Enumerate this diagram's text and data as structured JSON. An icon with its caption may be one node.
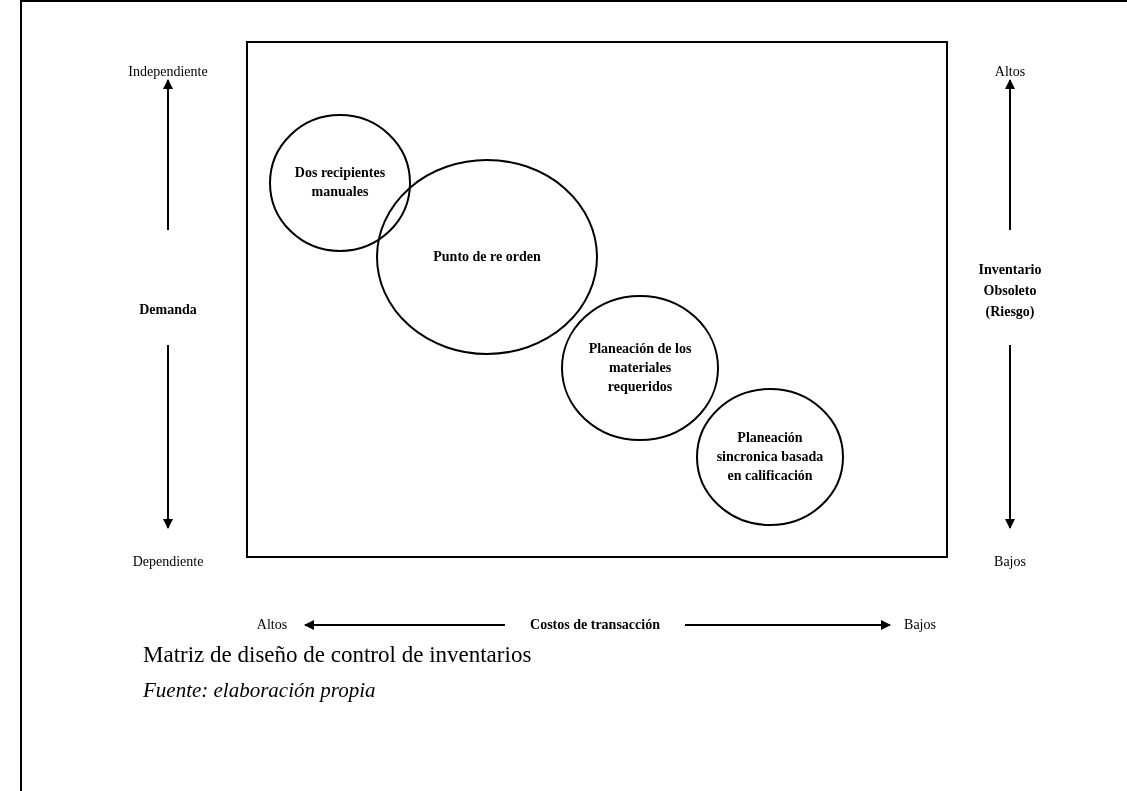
{
  "diagram": {
    "caption": "Matriz de diseño de control de inventarios",
    "nodes": [
      {
        "text": [],
        "shape": "box"
      },
      {
        "text": [
          "Dos recipientes manuales"
        ],
        "in": 0
      },
      {
        "text": [
          "Punto de re orden"
        ],
        "in": 0
      },
      {
        "text": [
          "Planeación de los materiales requeridos"
        ],
        "in": 0
      },
      {
        "text": [
          "Planeación sincronica basada en calificación"
        ],
        "in": 0
      }
    ],
    "edges": [],
    "labels": [
      "Independiente",
      "Altos",
      "Demanda",
      "Inventario Obsoleto (Riesgo)",
      "Dependiente",
      "Bajos",
      "Altos",
      "Costos de transacción",
      "Bajos",
      "Fuente: elaboración propia"
    ]
  }
}
